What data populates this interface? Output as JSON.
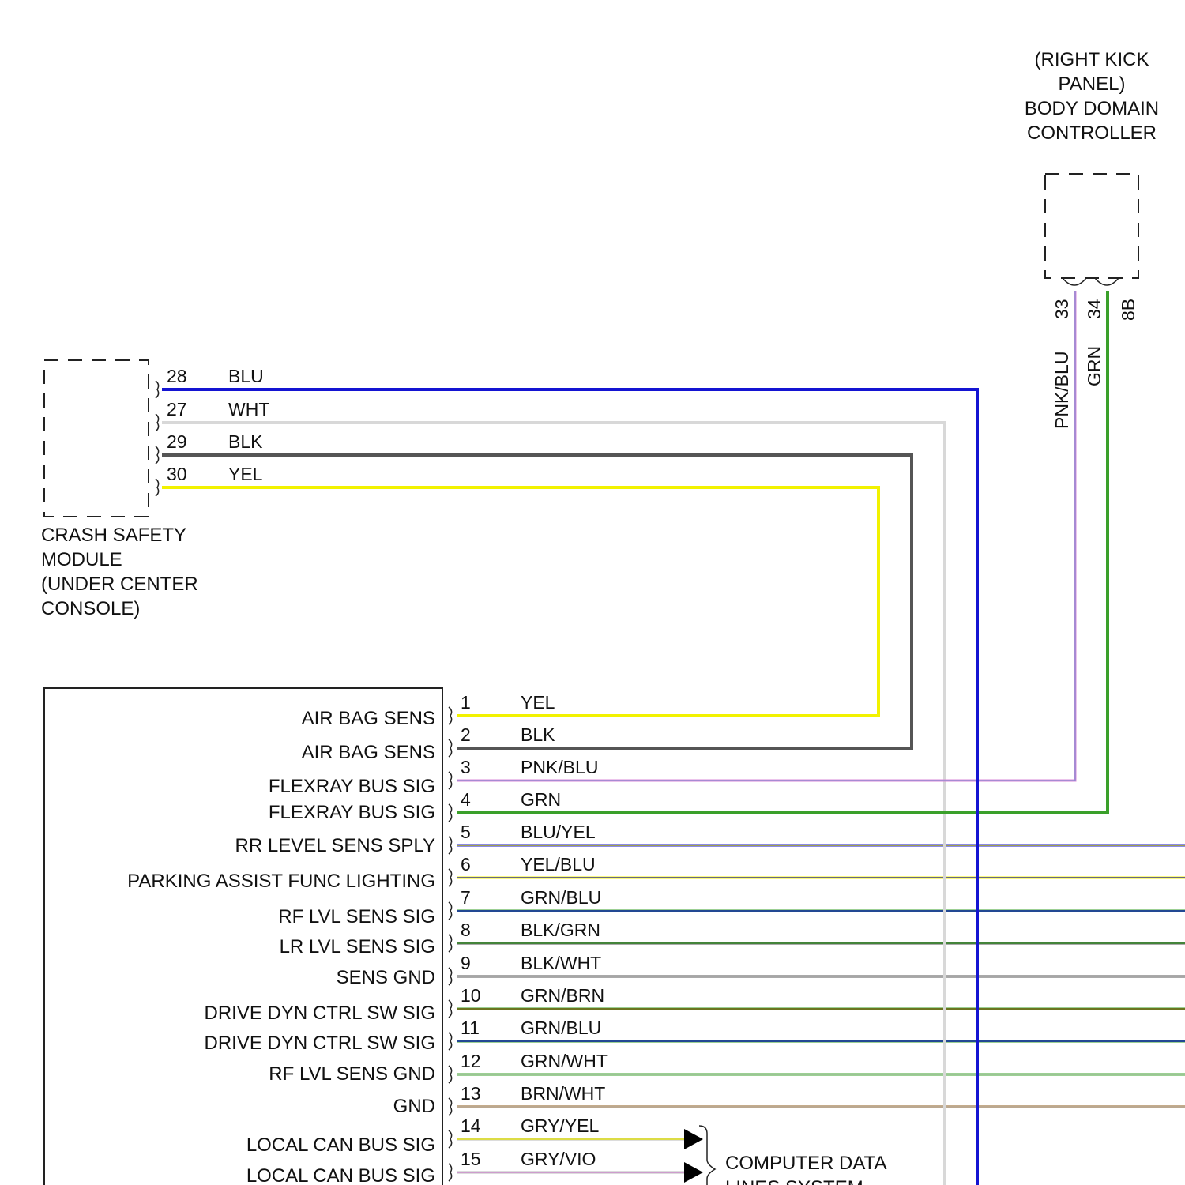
{
  "body_domain_controller": {
    "label_lines": [
      "(RIGHT KICK",
      "PANEL)",
      "BODY DOMAIN",
      "CONTROLLER"
    ],
    "pins": [
      {
        "pin": "33",
        "color_label": "PNK/BLU",
        "color": "#d98ad9"
      },
      {
        "pin": "34",
        "color_label": "GRN",
        "color": "#3aa02a"
      },
      {
        "pin": "8B",
        "color_label": "",
        "color": ""
      }
    ]
  },
  "crash_safety_module": {
    "label_lines": [
      "CRASH SAFETY",
      "MODULE",
      "(UNDER CENTER",
      "CONSOLE)"
    ],
    "pins": [
      {
        "pin": "28",
        "color_label": "BLU",
        "color": "#1414d2"
      },
      {
        "pin": "27",
        "color_label": "WHT",
        "color": "#d8d8d8"
      },
      {
        "pin": "29",
        "color_label": "BLK",
        "color": "#555555"
      },
      {
        "pin": "30",
        "color_label": "YEL",
        "color": "#f2f200"
      }
    ]
  },
  "main_module": {
    "pins": [
      {
        "pin": "1",
        "color_label": "YEL",
        "function": "AIR BAG SENS",
        "color": "#f2f200",
        "stripe": ""
      },
      {
        "pin": "2",
        "color_label": "BLK",
        "function": "AIR BAG SENS",
        "color": "#555555",
        "stripe": ""
      },
      {
        "pin": "3",
        "color_label": "PNK/BLU",
        "function": "FLEXRAY BUS SIG",
        "color": "#d98ad9",
        "stripe": "#1414d2"
      },
      {
        "pin": "4",
        "color_label": "GRN",
        "function": "FLEXRAY BUS SIG",
        "color": "#3aa02a",
        "stripe": ""
      },
      {
        "pin": "5",
        "color_label": "BLU/YEL",
        "function": "RR LEVEL SENS SPLY",
        "color": "#1414d2",
        "stripe": "#f2f200"
      },
      {
        "pin": "6",
        "color_label": "YEL/BLU",
        "function": "PARKING ASSIST FUNC LIGHTING",
        "color": "#f2f200",
        "stripe": "#1414d2"
      },
      {
        "pin": "7",
        "color_label": "GRN/BLU",
        "function": "RF LVL SENS SIG",
        "color": "#3aa02a",
        "stripe": "#1414d2"
      },
      {
        "pin": "8",
        "color_label": "BLK/GRN",
        "function": "LR LVL SENS SIG",
        "color": "#555555",
        "stripe": "#3aa02a"
      },
      {
        "pin": "9",
        "color_label": "BLK/WHT",
        "function": "SENS GND",
        "color": "#555555",
        "stripe": "#d8d8d8"
      },
      {
        "pin": "10",
        "color_label": "GRN/BRN",
        "function": "DRIVE DYN CTRL SW SIG",
        "color": "#3aa02a",
        "stripe": "#8b5a1a"
      },
      {
        "pin": "11",
        "color_label": "GRN/BLU",
        "function": "DRIVE DYN CTRL SW SIG",
        "color": "#3aa02a",
        "stripe": "#1414d2"
      },
      {
        "pin": "12",
        "color_label": "GRN/WHT",
        "function": "RF LVL SENS GND",
        "color": "#3aa02a",
        "stripe": "#d8d8d8"
      },
      {
        "pin": "13",
        "color_label": "BRN/WHT",
        "function": "GND",
        "color": "#8b5a1a",
        "stripe": "#d8d8d8"
      },
      {
        "pin": "14",
        "color_label": "GRY/YEL",
        "function": "LOCAL CAN BUS SIG",
        "color": "#b8b8b8",
        "stripe": "#f2f200"
      },
      {
        "pin": "15",
        "color_label": "GRY/VIO",
        "function": "LOCAL CAN BUS SIG",
        "color": "#b8b8b8",
        "stripe": "#d98ad9"
      }
    ]
  },
  "computer_data_lines": {
    "label_lines": [
      "COMPUTER DATA",
      "LINES SYSTEM"
    ]
  }
}
